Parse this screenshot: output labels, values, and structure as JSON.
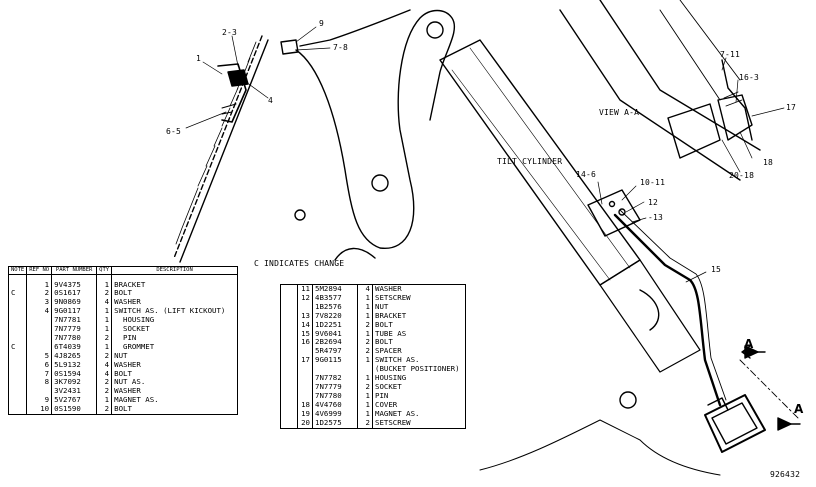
{
  "diagram": {
    "view_label": "VIEW A-A",
    "tilt_cylinder_label": "TILT CYLINDER",
    "change_note": "C   INDICATES CHANGE",
    "figure_number": "926432",
    "section_marks": [
      "A",
      "A"
    ],
    "callouts": {
      "c1": "1",
      "c2_3": "2-3",
      "c9": "9",
      "c7_8a": "7-8",
      "c4": "4",
      "c6_5": "6-5",
      "c7_11": "7-11",
      "c16_3": "16-3",
      "c17": "17",
      "c18": "18",
      "c20_18": "20-18",
      "c14_6": "14-6",
      "c10_11": "10-11",
      "c12": "12",
      "c13": "-13",
      "c15": "15"
    }
  },
  "table_left": {
    "headers": {
      "note": "NOTE",
      "ref": "REF NO",
      "part": "PART NUMBER",
      "qty": "QTY",
      "desc": "DESCRIPTION"
    },
    "rows": [
      {
        "note": "",
        "ref": "1",
        "part": "9V4375",
        "qty": "1",
        "desc": "BRACKET"
      },
      {
        "note": "C",
        "ref": "2",
        "part": "0S1617",
        "qty": "2",
        "desc": "BOLT"
      },
      {
        "note": "",
        "ref": "3",
        "part": "9N0869",
        "qty": "4",
        "desc": "WASHER"
      },
      {
        "note": "",
        "ref": "4",
        "part": "9G0117",
        "qty": "1",
        "desc": "SWITCH AS. (LIFT KICKOUT)"
      },
      {
        "note": "",
        "ref": "",
        "part": "7N7781",
        "qty": "1",
        "desc": "  HOUSING"
      },
      {
        "note": "",
        "ref": "",
        "part": "7N7779",
        "qty": "1",
        "desc": "  SOCKET"
      },
      {
        "note": "",
        "ref": "",
        "part": "7N7780",
        "qty": "2",
        "desc": "  PIN"
      },
      {
        "note": "C",
        "ref": "",
        "part": "6T4039",
        "qty": "1",
        "desc": "  GROMMET"
      },
      {
        "note": "",
        "ref": "5",
        "part": "4J8265",
        "qty": "2",
        "desc": "NUT"
      },
      {
        "note": "",
        "ref": "6",
        "part": "5L9132",
        "qty": "4",
        "desc": "WASHER"
      },
      {
        "note": "",
        "ref": "7",
        "part": "0S1594",
        "qty": "4",
        "desc": "BOLT"
      },
      {
        "note": "",
        "ref": "8",
        "part": "3K7092",
        "qty": "2",
        "desc": "NUT AS."
      },
      {
        "note": "",
        "ref": "",
        "part": "3V2431",
        "qty": "2",
        "desc": "WASHER"
      },
      {
        "note": "",
        "ref": "9",
        "part": "5V2767",
        "qty": "1",
        "desc": "MAGNET AS."
      },
      {
        "note": "",
        "ref": "10",
        "part": "0S1590",
        "qty": "2",
        "desc": "BOLT"
      }
    ]
  },
  "table_right": {
    "rows": [
      {
        "note": "",
        "ref": "11",
        "part": "5M2894",
        "qty": "4",
        "desc": "WASHER"
      },
      {
        "note": "",
        "ref": "12",
        "part": "4B3577",
        "qty": "1",
        "desc": "SETSCREW"
      },
      {
        "note": "",
        "ref": "",
        "part": "1B2576",
        "qty": "1",
        "desc": "NUT"
      },
      {
        "note": "",
        "ref": "13",
        "part": "7V8220",
        "qty": "1",
        "desc": "BRACKET"
      },
      {
        "note": "",
        "ref": "14",
        "part": "1D2251",
        "qty": "2",
        "desc": "BOLT"
      },
      {
        "note": "",
        "ref": "15",
        "part": "9V6041",
        "qty": "1",
        "desc": "TUBE AS"
      },
      {
        "note": "",
        "ref": "16",
        "part": "2B2694",
        "qty": "2",
        "desc": "BOLT"
      },
      {
        "note": "",
        "ref": "",
        "part": "5R4797",
        "qty": "2",
        "desc": "SPACER"
      },
      {
        "note": "",
        "ref": "17",
        "part": "9G0115",
        "qty": "1",
        "desc": "SWITCH AS."
      },
      {
        "note": "",
        "ref": "",
        "part": "",
        "qty": "",
        "desc": "(BUCKET POSITIONER)"
      },
      {
        "note": "",
        "ref": "",
        "part": "7N7782",
        "qty": "1",
        "desc": "HOUSING"
      },
      {
        "note": "",
        "ref": "",
        "part": "7N7779",
        "qty": "2",
        "desc": "SOCKET"
      },
      {
        "note": "",
        "ref": "",
        "part": "7N7780",
        "qty": "1",
        "desc": "PIN"
      },
      {
        "note": "",
        "ref": "18",
        "part": "4V4760",
        "qty": "1",
        "desc": "COVER"
      },
      {
        "note": "",
        "ref": "19",
        "part": "4V6999",
        "qty": "1",
        "desc": "MAGNET AS."
      },
      {
        "note": "",
        "ref": "20",
        "part": "1D2575",
        "qty": "2",
        "desc": "SETSCREW"
      }
    ]
  }
}
